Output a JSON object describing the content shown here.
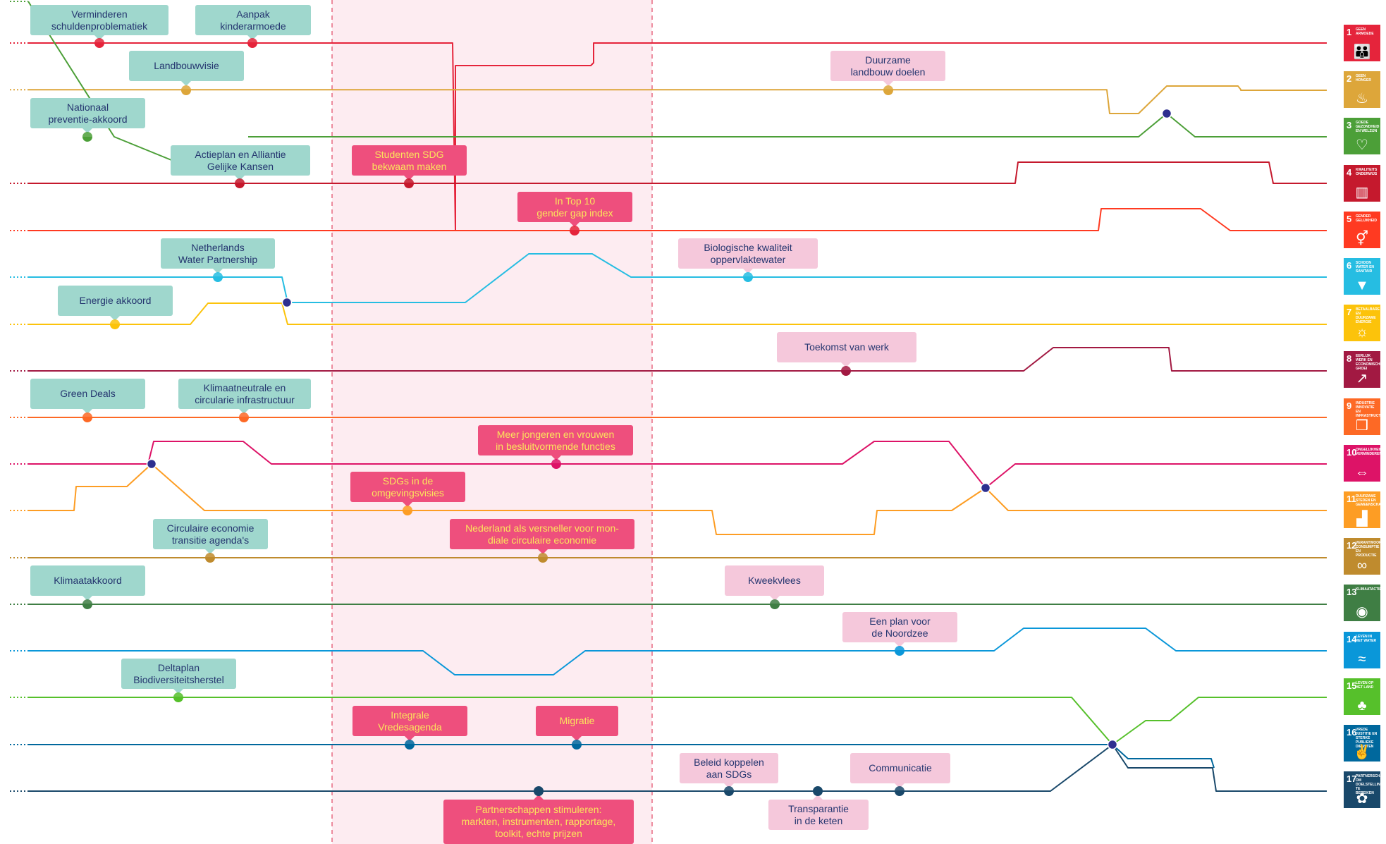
{
  "colors": {
    "teal_box": "#9fd7cd",
    "light_pink_box": "#f5c8db",
    "hot_pink_box": "#ee4f7d",
    "highlight_band": "#fdecf1",
    "band_border": "#e4536e",
    "junction_node": "#2e2f8f",
    "text_navy": "#24356f",
    "text_yellow": "#fbe45c"
  },
  "labels": [
    {
      "id": "L1",
      "text": "Verminderen\nschuldenproblematiek",
      "style": "teal",
      "color": "#e5243b"
    },
    {
      "id": "L2",
      "text": "Aanpak\nkinderarmoede",
      "style": "teal",
      "color": "#e5243b"
    },
    {
      "id": "L3",
      "text": "Landbouwvisie",
      "style": "teal",
      "color": "#dda63a"
    },
    {
      "id": "L4",
      "text": "Duurzame\nlandbouw doelen",
      "style": "lpink",
      "color": "#dda63a"
    },
    {
      "id": "L5",
      "text": "Nationaal\npreventie-akkoord",
      "style": "teal",
      "color": "#4c9f38"
    },
    {
      "id": "L6",
      "text": "Actieplan en Alliantie\nGelijke Kansen",
      "style": "teal",
      "color": "#c5192d"
    },
    {
      "id": "L7",
      "text": "Studenten SDG\nbekwaam maken",
      "style": "hpink",
      "color": "#c5192d"
    },
    {
      "id": "L8",
      "text": "In Top 10\ngender gap index",
      "style": "hpink",
      "color": "#e5243b"
    },
    {
      "id": "L9",
      "text": "Netherlands\nWater Partnership",
      "style": "teal",
      "color": "#26bde2"
    },
    {
      "id": "L10",
      "text": "Biologische kwaliteit\noppervlaktewater",
      "style": "lpink",
      "color": "#26bde2"
    },
    {
      "id": "L11",
      "text": "Energie akkoord",
      "style": "teal",
      "color": "#fcc30b"
    },
    {
      "id": "L12",
      "text": "Toekomst van werk",
      "style": "lpink",
      "color": "#a21942"
    },
    {
      "id": "L13",
      "text": "Green Deals",
      "style": "teal",
      "color": "#fd6925"
    },
    {
      "id": "L14",
      "text": "Klimaatneutrale en\ncircularie infrastructuur",
      "style": "teal",
      "color": "#fd6925"
    },
    {
      "id": "L15",
      "text": "Meer jongeren en vrouwen\nin besluitvormende functies",
      "style": "hpink",
      "color": "#dd1367"
    },
    {
      "id": "L16",
      "text": "SDGs in de\nomgevingsvisies",
      "style": "hpink",
      "color": "#fd9d24"
    },
    {
      "id": "L17",
      "text": "Circulaire economie\ntransitie agenda's",
      "style": "teal",
      "color": "#bf8b2e"
    },
    {
      "id": "L18",
      "text": "Nederland als versneller voor mon-\ndiale circulaire economie",
      "style": "hpink",
      "color": "#bf8b2e"
    },
    {
      "id": "L19",
      "text": "Klimaatakkoord",
      "style": "teal",
      "color": "#3f7e44"
    },
    {
      "id": "L20",
      "text": "Kweekvlees",
      "style": "lpink",
      "color": "#3f7e44"
    },
    {
      "id": "L21",
      "text": "Een plan voor\nde Noordzee",
      "style": "lpink",
      "color": "#0a97d9"
    },
    {
      "id": "L22",
      "text": "Deltaplan\nBiodiversiteitsherstel",
      "style": "teal",
      "color": "#56c02b"
    },
    {
      "id": "L23",
      "text": "Integrale\nVredesagenda",
      "style": "hpink",
      "color": "#00689d"
    },
    {
      "id": "L24",
      "text": "Migratie",
      "style": "hpink",
      "color": "#00689d"
    },
    {
      "id": "L25",
      "text": "Beleid koppelen\naan SDGs",
      "style": "lpink",
      "color": "#19486a"
    },
    {
      "id": "L26",
      "text": "Communicatie",
      "style": "lpink",
      "color": "#19486a"
    },
    {
      "id": "L27",
      "text": "Transparantie\nin de keten",
      "style": "lpink",
      "color": "#19486a"
    },
    {
      "id": "L28",
      "text": "Partnerschappen stimuleren:\nmarkten, instrumenten, rapportage,\ntoolkit, echte prijzen",
      "style": "hpink",
      "color": "#19486a"
    }
  ],
  "sdgs": [
    {
      "num": "1",
      "title": "Geen armoede",
      "color": "#e5243b",
      "icon": "people-icon",
      "glyph": "👪"
    },
    {
      "num": "2",
      "title": "Geen honger",
      "color": "#dda63a",
      "icon": "bowl-icon",
      "glyph": "♨"
    },
    {
      "num": "3",
      "title": "Goede gezondheid en welzijn",
      "color": "#4c9f38",
      "icon": "heartbeat-icon",
      "glyph": "♡"
    },
    {
      "num": "4",
      "title": "Kwaliteits onderwijs",
      "color": "#c5192d",
      "icon": "book-icon",
      "glyph": "▥"
    },
    {
      "num": "5",
      "title": "Gender gelijkheid",
      "color": "#ff3a21",
      "icon": "gender-icon",
      "glyph": "⚥"
    },
    {
      "num": "6",
      "title": "Schoon water en sanitair",
      "color": "#26bde2",
      "icon": "water-icon",
      "glyph": "▼"
    },
    {
      "num": "7",
      "title": "Betaalbare en duurzame energie",
      "color": "#fcc30b",
      "icon": "sun-icon",
      "glyph": "☼"
    },
    {
      "num": "8",
      "title": "Eerlijk werk en economische groei",
      "color": "#a21942",
      "icon": "growth-icon",
      "glyph": "↗"
    },
    {
      "num": "9",
      "title": "Industrie innovatie en infrastructuur",
      "color": "#fd6925",
      "icon": "cubes-icon",
      "glyph": "❒"
    },
    {
      "num": "10",
      "title": "Ongelijkheid verminderen",
      "color": "#dd1367",
      "icon": "equality-icon",
      "glyph": "⇔"
    },
    {
      "num": "11",
      "title": "Duurzame steden en gemeenschappen",
      "color": "#fd9d24",
      "icon": "city-icon",
      "glyph": "▟"
    },
    {
      "num": "12",
      "title": "Verantwoorde consumptie en productie",
      "color": "#bf8b2e",
      "icon": "infinity-icon",
      "glyph": "∞"
    },
    {
      "num": "13",
      "title": "Klimaatactie",
      "color": "#3f7e44",
      "icon": "eye-globe-icon",
      "glyph": "◉"
    },
    {
      "num": "14",
      "title": "Leven in het water",
      "color": "#0a97d9",
      "icon": "fish-icon",
      "glyph": "≈"
    },
    {
      "num": "15",
      "title": "Leven op het land",
      "color": "#56c02b",
      "icon": "tree-icon",
      "glyph": "♣"
    },
    {
      "num": "16",
      "title": "Vrede justitie en sterke publieke diensten",
      "color": "#00689d",
      "icon": "dove-icon",
      "glyph": "✌"
    },
    {
      "num": "17",
      "title": "Partnerschap om doelstellingen te bereiken",
      "color": "#19486a",
      "icon": "flower-icon",
      "glyph": "✿"
    }
  ]
}
